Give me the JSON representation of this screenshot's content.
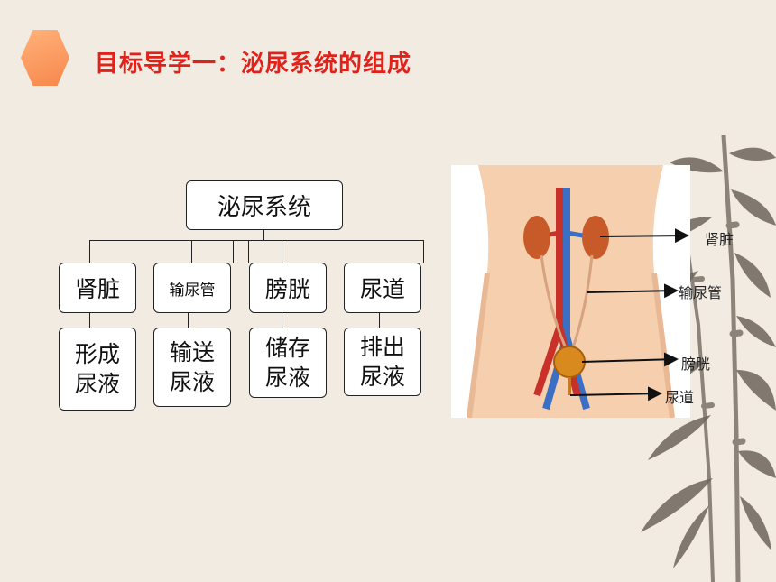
{
  "title": "目标导学一：泌尿系统的组成",
  "tree": {
    "root": "泌尿系统",
    "organs": [
      {
        "name": "肾脏",
        "function": "形成\n尿液"
      },
      {
        "name": "输尿管",
        "function": "输送\n尿液"
      },
      {
        "name": "膀胱",
        "function": "储存\n尿液"
      },
      {
        "name": "尿道",
        "function": "排出\n尿液"
      }
    ]
  },
  "anatomy_labels": {
    "kidney": "肾脏",
    "ureter": "输尿管",
    "bladder": "膀胱",
    "urethra": "尿道"
  }
}
